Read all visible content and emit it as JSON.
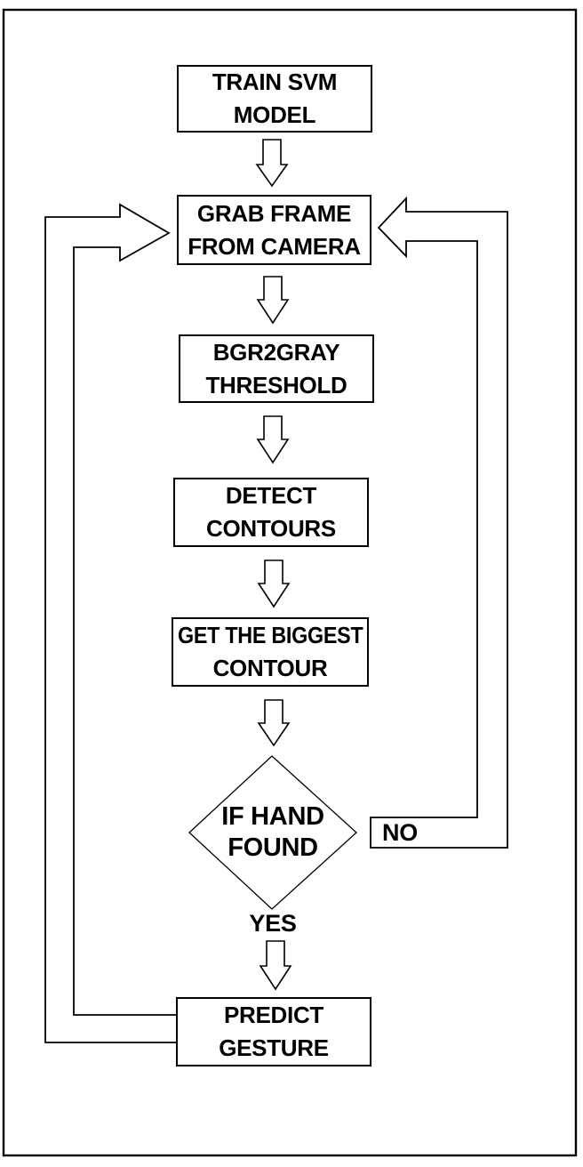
{
  "flowchart": {
    "nodes": {
      "train": {
        "line1": "TRAIN SVM",
        "line2": "MODEL"
      },
      "grab": {
        "line1": "GRAB FRAME",
        "line2": "FROM CAMERA"
      },
      "bgr2gray": {
        "line1": "BGR2GRAY",
        "line2": "THRESHOLD"
      },
      "detect": {
        "line1": "DETECT",
        "line2": "CONTOURS"
      },
      "biggest": {
        "line1": "GET THE BIGGEST",
        "line2": "CONTOUR"
      },
      "decision": {
        "line1": "IF HAND",
        "line2": "FOUND"
      },
      "predict": {
        "line1": "PREDICT",
        "line2": "GESTURE"
      }
    },
    "edge_labels": {
      "no": "NO",
      "yes": "YES"
    },
    "colors": {
      "line": "#000000",
      "background": "#ffffff"
    }
  }
}
